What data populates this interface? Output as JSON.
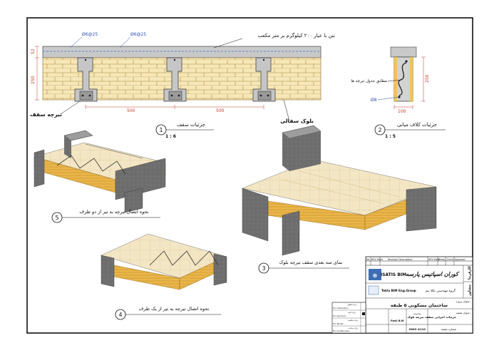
{
  "detail_1": {
    "callout_bar_left": "Ø6@25",
    "callout_bar_right": "Ø6@25",
    "concrete_note": "بتن با عیار ۲۰۰ کیلوگرم بر متر مکعب",
    "dim_topping": "52",
    "dim_height": "250",
    "dim_span_1": "500",
    "dim_span_2": "500",
    "label_joist": "تیرچه سقف",
    "label_block": "بلوک سفالی",
    "title": "جزئیات سقف",
    "number": "1",
    "scale": "1 : 6"
  },
  "detail_2": {
    "label_mesh": "مطابق جدول تیرچه ها",
    "dim_height": "250",
    "dim_width": "100",
    "bar": "Ø8",
    "title": "جزئیات کلاف میانی",
    "number": "2",
    "scale": "1 : 5"
  },
  "views": [
    {
      "number": "5",
      "caption": "نحوه اتصال تیرچه به تیر از دو طرف"
    },
    {
      "number": "3",
      "caption": "نمای سه بعدی سقف تیرچه بلوک"
    },
    {
      "number": "4",
      "caption": "نحوه اتصال تیرچه به تیر از یک طرف"
    }
  ],
  "title_block": {
    "rev_headers": [
      "No",
      "REV Mark",
      "Revision Description",
      "REV Date",
      "Draw.",
      "Check.",
      "Approve."
    ],
    "company_fa": "کوران اسپاتیس پارسه",
    "company_en": "ISATIS BIM",
    "tekla_en": "Tekla BIM Eng.Group",
    "tekla_fa": "گروه مهندسی تکلا بیم",
    "project_label": "عنوان پروژه:",
    "project_name": "ساختمان مسکونی ۵ طبقه",
    "sheet_label": "عنوان نقشه:",
    "sheet_name": "جزئیات اجرایی سقف تیرچه بلوک",
    "dwg_label": "DWG",
    "dwg_no": "A110",
    "number_label": "شماره نقشه",
    "side_label_1": "کارفرما",
    "side_label_2": "مشاور",
    "mini_label": "محدوده",
    "mini_value": "Pasil B.M",
    "left_rows": [
      "For Information:",
      "For Approval:",
      "For Tender:",
      "For Construction:"
    ],
    "left_rows_fa": [
      "برای اطلاع",
      "برای تایید",
      "برای مناقصه",
      "برای ساخت"
    ]
  }
}
